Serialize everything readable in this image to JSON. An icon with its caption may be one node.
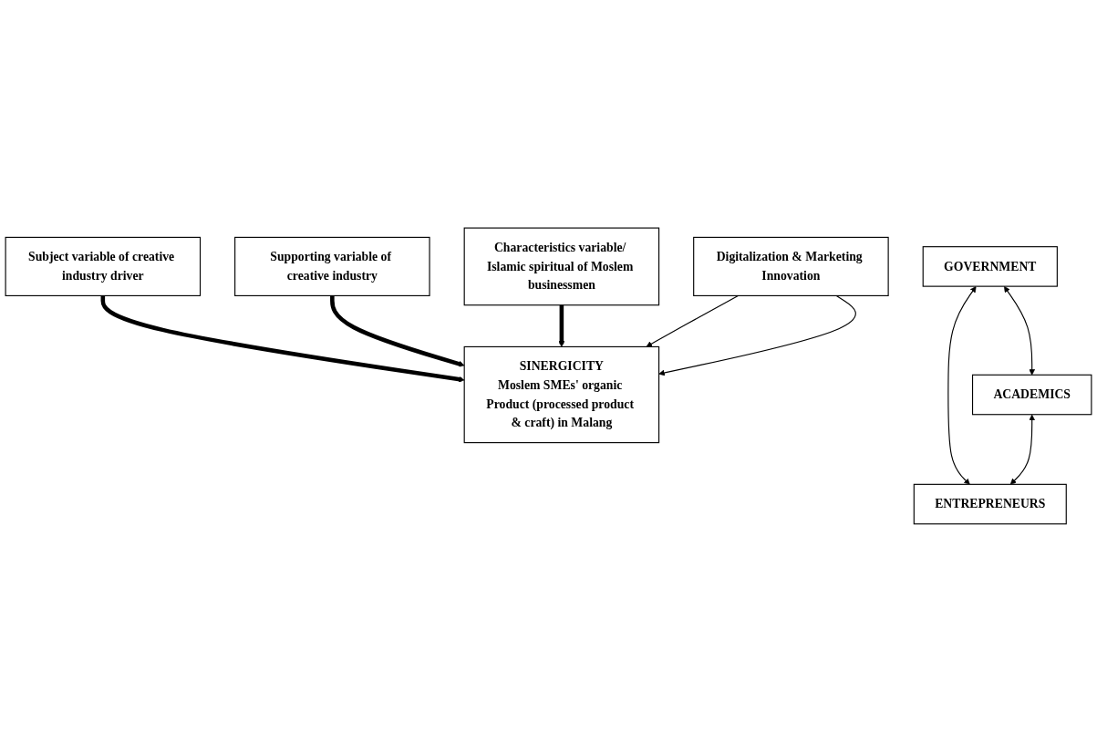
{
  "diagram": {
    "nodes": [
      {
        "text": [
          "GOVERNMENT"
        ]
      },
      {
        "text": [
          "Subject variable of creative industry driver"
        ]
      },
      {
        "text": [
          "Supporting variable of creative industry"
        ]
      },
      {
        "text": [
          "SINERGICITY",
          "Moslem SMEs' organic Product (processed product & craft) in Malang"
        ]
      },
      {
        "text": [
          "ACADEMICS"
        ]
      },
      {
        "text": [
          "ENTREPRENEURS"
        ]
      },
      {
        "text": [
          "Characteristics variable/ Islamic spiritual of Moslem businessmen"
        ]
      },
      {
        "text": [
          "Digitalization & Marketing Innovation"
        ]
      }
    ],
    "edges": [
      {
        "from": 0,
        "to": 4,
        "arrow": "both"
      },
      {
        "from": 0,
        "to": 5,
        "arrow": "both"
      },
      {
        "from": 1,
        "to": 3,
        "arrow": "to",
        "style": "thick"
      },
      {
        "from": 2,
        "to": 3,
        "arrow": "to",
        "style": "thick"
      },
      {
        "from": 4,
        "to": 5,
        "arrow": "both"
      },
      {
        "from": 6,
        "to": 3,
        "arrow": "to",
        "style": "thick"
      },
      {
        "from": 7,
        "to": 3,
        "arrow": "to"
      },
      {
        "from": 7,
        "to": 3,
        "arrow": "to"
      }
    ]
  }
}
